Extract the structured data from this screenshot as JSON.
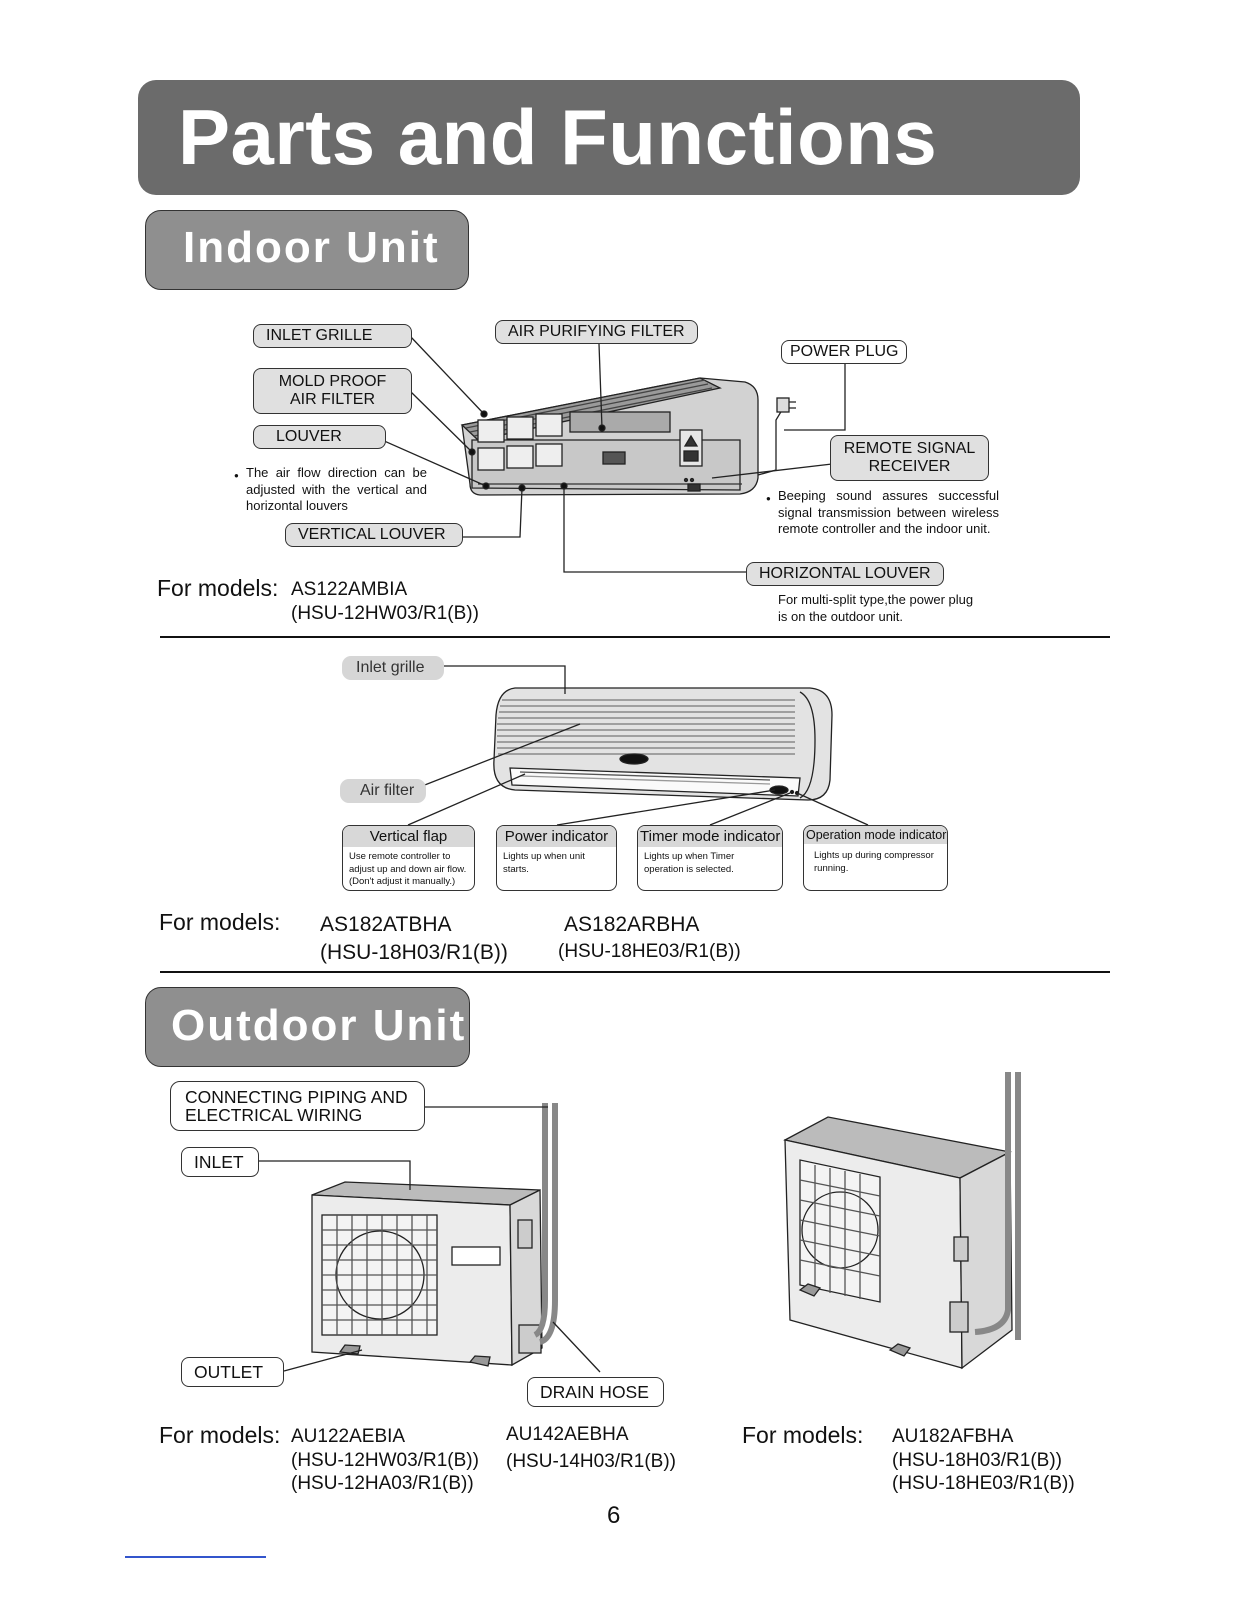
{
  "page": {
    "title": "Parts and Functions",
    "page_number": "6"
  },
  "indoor": {
    "section_title": "Indoor Unit",
    "top_unit": {
      "labels": {
        "inlet_grille": "INLET  GRILLE",
        "air_purifying_filter": "AIR PURIFYING FILTER",
        "power_plug": "POWER PLUG",
        "mold_proof_line1": "MOLD PROOF",
        "mold_proof_line2": "AIR FILTER",
        "louver": "LOUVER",
        "remote_line1": "REMOTE SIGNAL",
        "remote_line2": "RECEIVER",
        "vertical_louver": "VERTICAL LOUVER",
        "horizontal_louver": "HORIZONTAL LOUVER"
      },
      "notes": {
        "louver_note": "The air flow direction can be adjusted with the vertical and horizontal louvers",
        "remote_note": "Beeping sound assures successful signal transmission between wireless remote controller and the indoor unit.",
        "plug_note": "For multi-split type,the power plug is on the outdoor unit."
      },
      "models_heading": "For models:",
      "models": [
        "AS122AMBIA",
        "(HSU-12HW03/R1(B))"
      ]
    },
    "second_unit": {
      "labels": {
        "inlet_grille": "Inlet grille",
        "air_filter": "Air filter"
      },
      "indicators": [
        {
          "title": "Vertical flap",
          "desc": "Use remote controller to adjust up and down air flow. (Don't adjust it manually.)"
        },
        {
          "title": "Power indicator",
          "desc": "Lights up when unit starts."
        },
        {
          "title": "Timer mode indicator",
          "desc": "Lights up when Timer operation is selected."
        },
        {
          "title": "Operation mode indicator",
          "desc": "Lights up during compressor running."
        }
      ],
      "models_heading": "For models:",
      "models_col1": [
        "AS182ATBHA",
        "(HSU-18H03/R1(B))"
      ],
      "models_col2": [
        "AS182ARBHA",
        "(HSU-18HE03/R1(B))"
      ]
    }
  },
  "outdoor": {
    "section_title": "Outdoor Unit",
    "labels": {
      "piping_line1": "CONNECTING PIPING AND",
      "piping_line2": "ELECTRICAL WIRING",
      "inlet": "INLET",
      "outlet": "OUTLET",
      "drain_hose": "DRAIN HOSE"
    },
    "left_models_heading": "For models:",
    "left_models_col1": [
      "AU122AEBIA",
      "(HSU-12HW03/R1(B))",
      "(HSU-12HA03/R1(B))"
    ],
    "left_models_col2": [
      "AU142AEBHA",
      "(HSU-14H03/R1(B))"
    ],
    "right_models_heading": "For models:",
    "right_models": [
      "AU182AFBHA",
      "(HSU-18H03/R1(B))",
      "(HSU-18HE03/R1(B))"
    ]
  }
}
